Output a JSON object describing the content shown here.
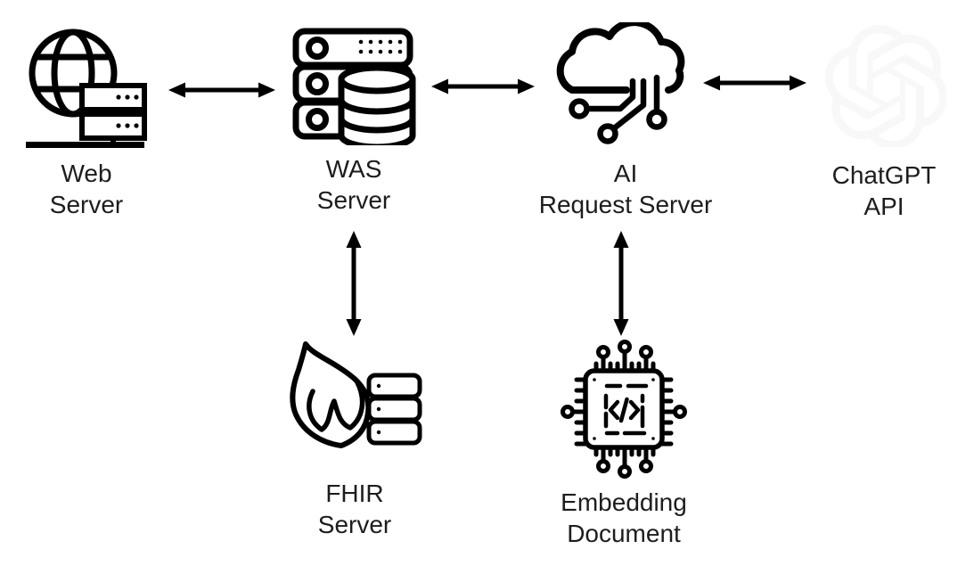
{
  "diagram": {
    "background_color": "#ffffff",
    "line_color": "#000000",
    "label_color": "#1d1d1d",
    "faded_logo_color": "#f8f8f8",
    "nodes": [
      {
        "id": "web-server",
        "icon": "globe-server-icon",
        "label_lines": [
          "Web",
          "Server"
        ]
      },
      {
        "id": "was-server",
        "icon": "server-rack-database-icon",
        "label_lines": [
          "WAS",
          "Server"
        ]
      },
      {
        "id": "ai-request-server",
        "icon": "cloud-circuit-icon",
        "label_lines": [
          "AI",
          "Request Server"
        ]
      },
      {
        "id": "chatgpt-api",
        "icon": "openai-logo-icon",
        "label_lines": [
          "ChatGPT",
          "API"
        ]
      },
      {
        "id": "fhir-server",
        "icon": "fhir-flame-server-icon",
        "label_lines": [
          "FHIR",
          "Server"
        ]
      },
      {
        "id": "embedding-document",
        "icon": "chip-code-icon",
        "label_lines": [
          "Embedding",
          "Document"
        ]
      }
    ],
    "edges": [
      {
        "from": "web-server",
        "to": "was-server",
        "direction": "bidirectional",
        "orientation": "horizontal"
      },
      {
        "from": "was-server",
        "to": "ai-request-server",
        "direction": "bidirectional",
        "orientation": "horizontal"
      },
      {
        "from": "ai-request-server",
        "to": "chatgpt-api",
        "direction": "bidirectional",
        "orientation": "horizontal"
      },
      {
        "from": "was-server",
        "to": "fhir-server",
        "direction": "bidirectional",
        "orientation": "vertical"
      },
      {
        "from": "ai-request-server",
        "to": "embedding-document",
        "direction": "bidirectional",
        "orientation": "vertical"
      }
    ]
  }
}
